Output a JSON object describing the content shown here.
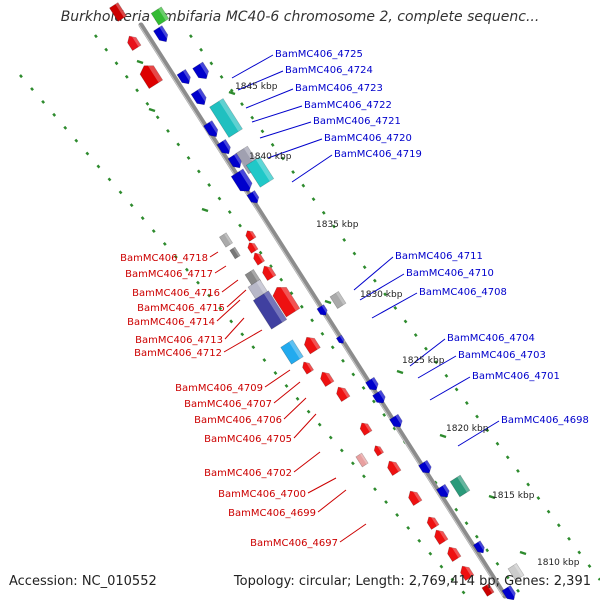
{
  "title": "Burkholderia ambifaria MC40-6 chromosome 2, complete sequenc...",
  "footer": {
    "accession": "Accession: NC_010552",
    "topology": "Topology: circular; Length: 2,769,414 bp; Genes: 2,391"
  },
  "colors": {
    "plus_strand": "#0000cc",
    "minus_strand": "#cc0000",
    "backbone": "#8c8c8c",
    "scale_dots": "#2e8b2e"
  },
  "scale_labels": [
    "1845 kbp",
    "1840 kbp",
    "1835 kbp",
    "1830 kbp",
    "1825 kbp",
    "1820 kbp",
    "1815 kbp",
    "1810 kbp"
  ],
  "genes_plus": [
    "BamMC406_4725",
    "BamMC406_4724",
    "BamMC406_4723",
    "BamMC406_4722",
    "BamMC406_4721",
    "BamMC406_4720",
    "BamMC406_4719",
    "BamMC406_4711",
    "BamMC406_4710",
    "BamMC406_4708",
    "BamMC406_4704",
    "BamMC406_4703",
    "BamMC406_4701",
    "BamMC406_4698"
  ],
  "genes_minus": [
    "BamMC406_4718",
    "BamMC406_4717",
    "BamMC406_4716",
    "BamMC406_4715",
    "BamMC406_4714",
    "BamMC406_4713",
    "BamMC406_4712",
    "BamMC406_4709",
    "BamMC406_4707",
    "BamMC406_4706",
    "BamMC406_4705",
    "BamMC406_4702",
    "BamMC406_4700",
    "BamMC406_4699",
    "BamMC406_4697"
  ]
}
